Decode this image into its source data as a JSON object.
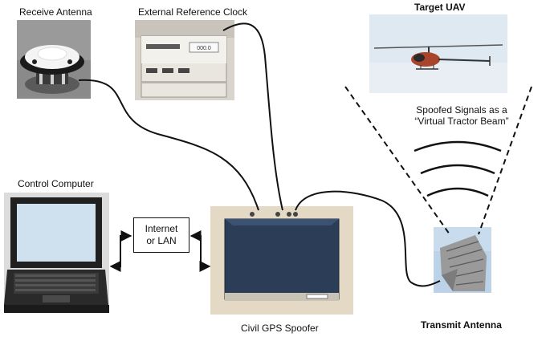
{
  "labels": {
    "receive_antenna": "Receive Antenna",
    "external_clock": "External Reference Clock",
    "target_uav": "Target UAV",
    "control_computer": "Control Computer",
    "spoofer": "Civil GPS Spoofer",
    "transmit_antenna": "Transmit Antenna"
  },
  "network_box": {
    "line1": "Internet",
    "line2": "or LAN"
  },
  "beam_caption": {
    "line1": "Spoofed Signals as a",
    "line2": "“Virtual Tractor Beam”"
  },
  "clock_display": "000.0",
  "colors": {
    "wire": "#111111",
    "sky": "#dfe9f2",
    "spoofer_panel": "#2c3e57",
    "laptop_screen": "#cfe0ef",
    "antenna_blue": "#bcd2e8"
  }
}
